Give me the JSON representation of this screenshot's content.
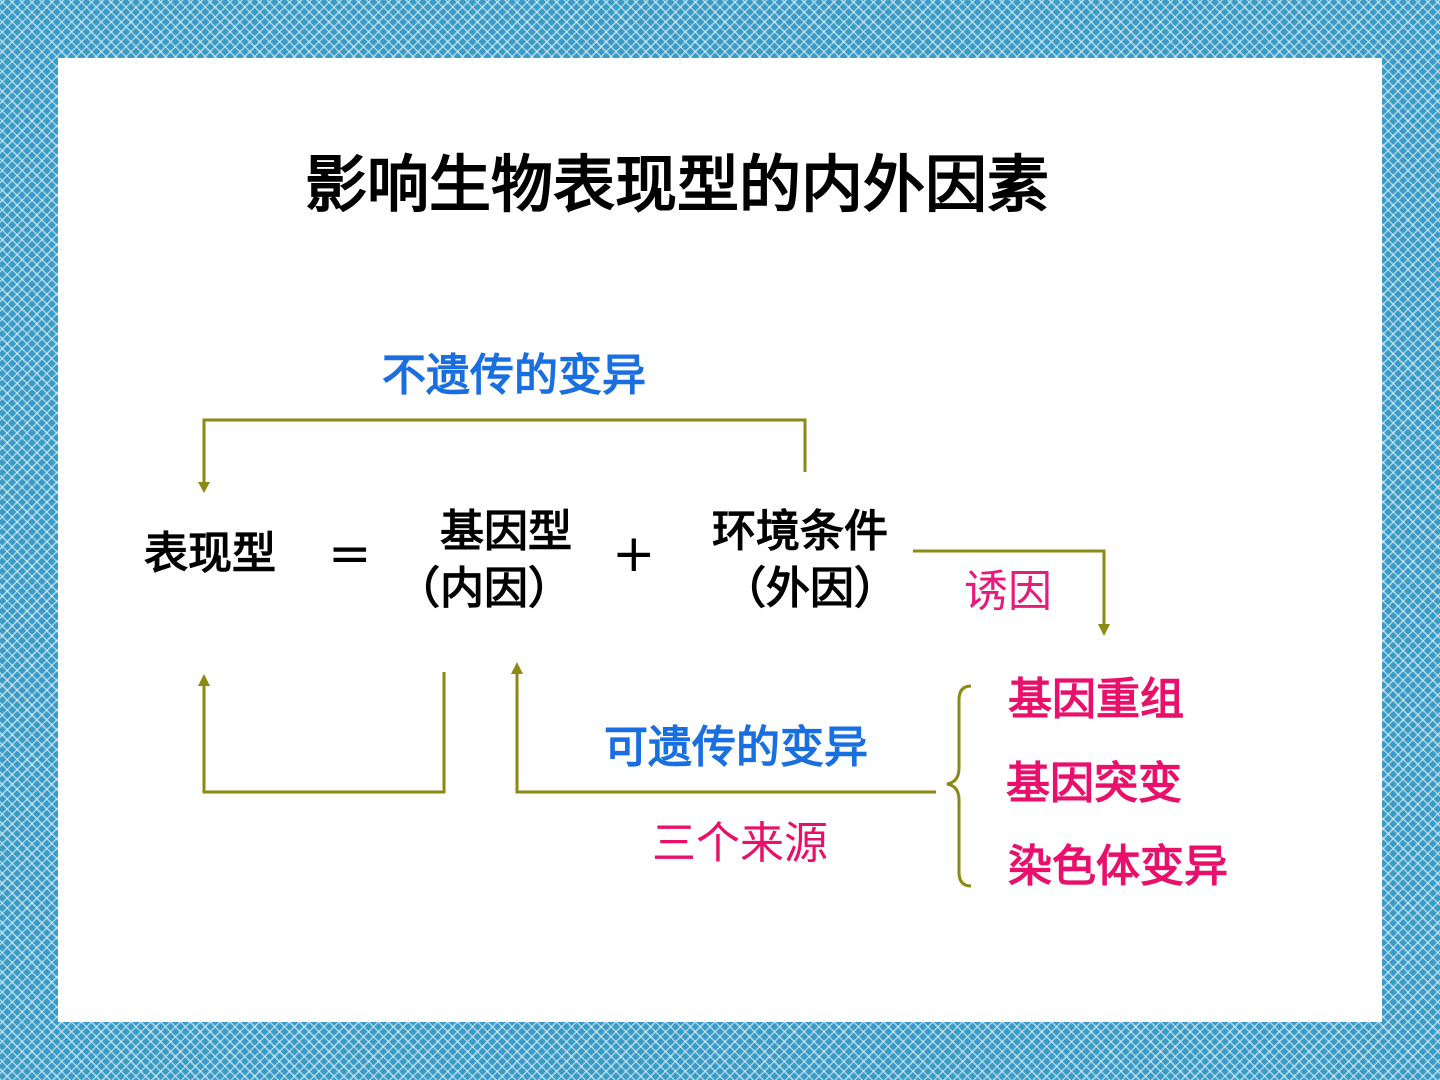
{
  "title": "影响生物表现型的内外因素",
  "labels": {
    "non_heritable": "不遗传的变异",
    "phenotype": "表现型",
    "equals": "=",
    "genotype": "基因型",
    "genotype_note": "（内因）",
    "plus": "+",
    "environment": "环境条件",
    "environment_note": "（外因）",
    "inducer": "诱因",
    "heritable": "可遗传的变异",
    "three_sources": "三个来源"
  },
  "sources": [
    "基因重组",
    "基因突变",
    "染色体变异"
  ],
  "colors": {
    "frame": "#3a9cc6",
    "connector": "#8a8a14",
    "blue_text": "#1a6fe0",
    "pink_text": "#e8106a",
    "magenta_text": "#e81a7e"
  }
}
